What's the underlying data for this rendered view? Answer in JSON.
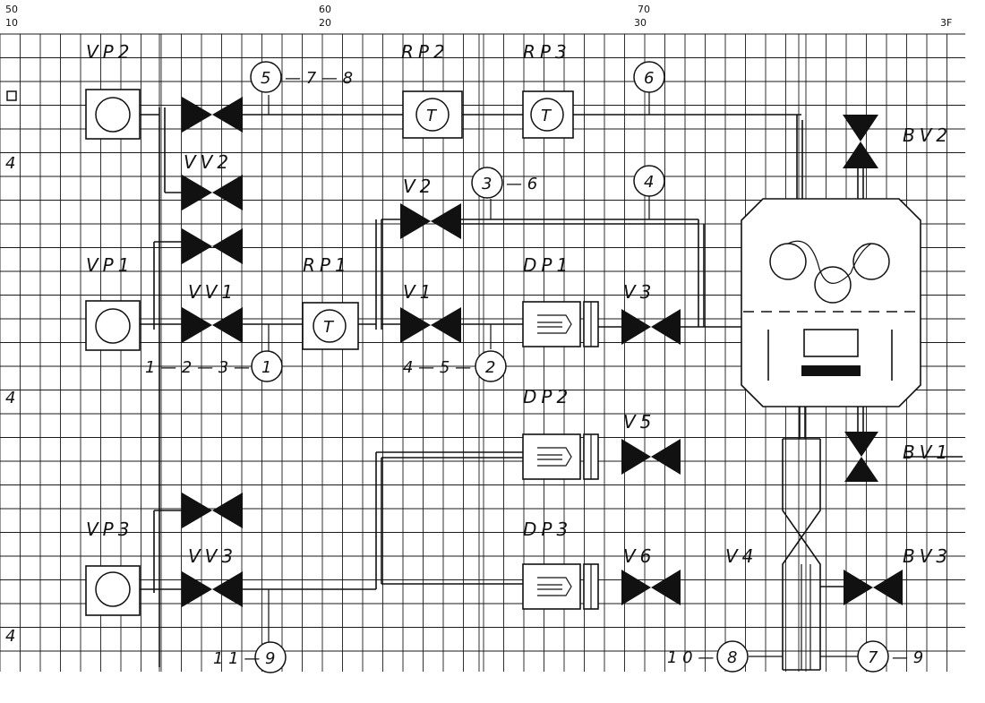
{
  "axis": {
    "top_ticks": [
      {
        "top": "50",
        "bottom": "10"
      },
      {
        "top": "60",
        "bottom": "20"
      },
      {
        "top": "70",
        "bottom": "30"
      },
      {
        "top": "",
        "bottom": "3F"
      }
    ],
    "left_marks": [
      "4",
      "4",
      "4"
    ]
  },
  "labels": {
    "vp2": "VP2",
    "vp1": "VP1",
    "vp3": "VP3",
    "vv2": "VV2",
    "vv1": "VV1",
    "vv3": "VV3",
    "rp1": "RP1",
    "rp2": "RP2",
    "rp3": "RP3",
    "v1": "V1",
    "v2": "V2",
    "v3": "V3",
    "v4": "V4",
    "v5": "V5",
    "v6": "V6",
    "dp1": "DP1",
    "dp2": "DP2",
    "dp3": "DP3",
    "bv1": "BV1",
    "bv2": "BV2",
    "bv3": "BV3",
    "pump_symbol": "T"
  },
  "gauges": {
    "g1": {
      "num": "1",
      "prefix": "1 — 2 — 3 —"
    },
    "g2": {
      "num": "2",
      "prefix": "4 — 5 —"
    },
    "g3": {
      "num": "3",
      "suffix": "— 6"
    },
    "g4": {
      "num": "4"
    },
    "g5": {
      "num": "5",
      "suffix": "— 7 — 8"
    },
    "g6": {
      "num": "6"
    },
    "g7": {
      "num": "7",
      "suffix": "— 9"
    },
    "g8": {
      "num": "8",
      "prefix": "1 0 —"
    },
    "g9": {
      "num": "9",
      "prefix": "1 1 —"
    }
  }
}
